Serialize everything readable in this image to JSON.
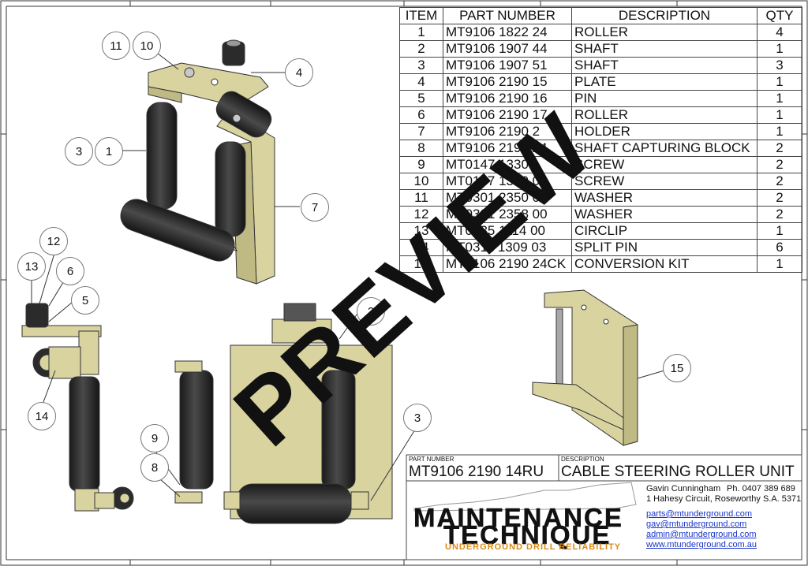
{
  "bom": {
    "headers": [
      "ITEM",
      "PART NUMBER",
      "DESCRIPTION",
      "QTY"
    ],
    "rows": [
      [
        "1",
        "MT9106 1822 24",
        "ROLLER",
        "4"
      ],
      [
        "2",
        "MT9106 1907 44",
        "SHAFT",
        "1"
      ],
      [
        "3",
        "MT9106 1907 51",
        "SHAFT",
        "3"
      ],
      [
        "4",
        "MT9106 2190 15",
        "PLATE",
        "1"
      ],
      [
        "5",
        "MT9106 2190 16",
        "PIN",
        "1"
      ],
      [
        "6",
        "MT9106 2190 17",
        "ROLLER",
        "1"
      ],
      [
        "7",
        "MT9106 2190 2",
        "HOLDER",
        "1"
      ],
      [
        "8",
        "MT9106 2190 24",
        "SHAFT CAPTURING BLOCK",
        "2"
      ],
      [
        "9",
        "MT0147 1330",
        "SCREW",
        "2"
      ],
      [
        "10",
        "MT0147 1360 03",
        "SCREW",
        "2"
      ],
      [
        "11",
        "MT0301 2350 00",
        "WASHER",
        "2"
      ],
      [
        "12",
        "MT0301 2358 00",
        "WASHER",
        "2"
      ],
      [
        "13",
        "MT0335 1114 00",
        "CIRCLIP",
        "1"
      ],
      [
        "14",
        "MT0311 1309 03",
        "SPLIT PIN",
        "6"
      ],
      [
        "15",
        "MT9106 2190 24CK",
        "CONVERSION KIT",
        "1"
      ]
    ]
  },
  "balloons": {
    "b11": "11",
    "b10": "10",
    "b4": "4",
    "b3": "3",
    "b1": "1",
    "b7": "7",
    "b12": "12",
    "b13": "13",
    "b6": "6",
    "b5": "5",
    "b14": "14",
    "b2": "2",
    "b9": "9",
    "b8": "8",
    "b3b": "3",
    "b15": "15"
  },
  "title_block": {
    "part_number_label": "PART NUMBER",
    "part_number": "MT9106 2190 14RU",
    "description_label": "DESCRIPTION",
    "description": "CABLE STEERING ROLLER UNIT"
  },
  "company": {
    "contact_name": "Gavin Cunningham",
    "phone": "Ph. 0407 389 689",
    "address": "1 Hahesy Circuit, Roseworthy S.A. 5371",
    "emails": [
      "parts@mtunderground.com",
      "gav@mtunderground.com",
      "admin@mtunderground.com"
    ],
    "website": "www.mtunderground.com.au",
    "logo_line1": "MAINTENANCE",
    "logo_line2": "TECHNIQUE",
    "tagline": "UNDERGROUND DRILL RELIABILITY"
  },
  "watermark": "PREVIEW",
  "colors": {
    "part_tan": "#d9d3a0",
    "roller_black": "#2b2b2b",
    "tagline_orange": "#d98a17",
    "link_blue": "#1a36c9"
  }
}
